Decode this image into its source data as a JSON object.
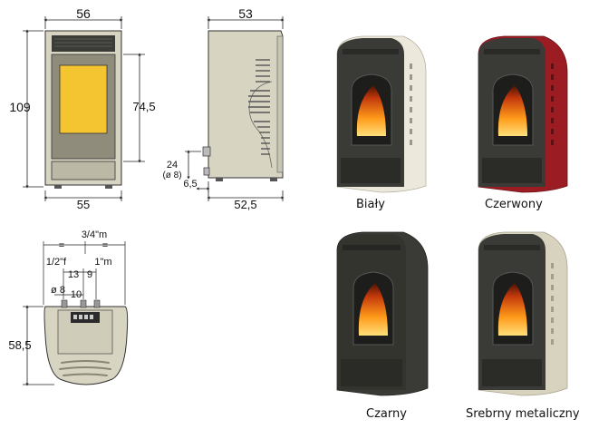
{
  "front_view": {
    "width_top": "56",
    "height": "109",
    "height_glass": "74,5",
    "width_bottom": "55"
  },
  "side_view": {
    "depth_top": "53",
    "outlet_height": "24",
    "outlet_diameter": "(ø 8)",
    "offset": "6,5",
    "depth_bottom": "52,5"
  },
  "top_view": {
    "equal_left": "=",
    "equal_right": "=",
    "conn_34": "3/4\"m",
    "conn_12": "1/2\"f",
    "conn_1": "1\"m",
    "spacing_13": "13",
    "spacing_9": "9",
    "pipe_diameter": "ø 8",
    "spacing_10": "10",
    "depth": "58,5"
  },
  "colors": [
    {
      "name": "Biały",
      "panel": "#ece9dc"
    },
    {
      "name": "Czerwony",
      "panel": "#9b1c22"
    },
    {
      "name": "Czarny",
      "panel": "#3a3a36"
    },
    {
      "name": "Srebrny metaliczny",
      "panel": "#d8d3bf"
    }
  ]
}
